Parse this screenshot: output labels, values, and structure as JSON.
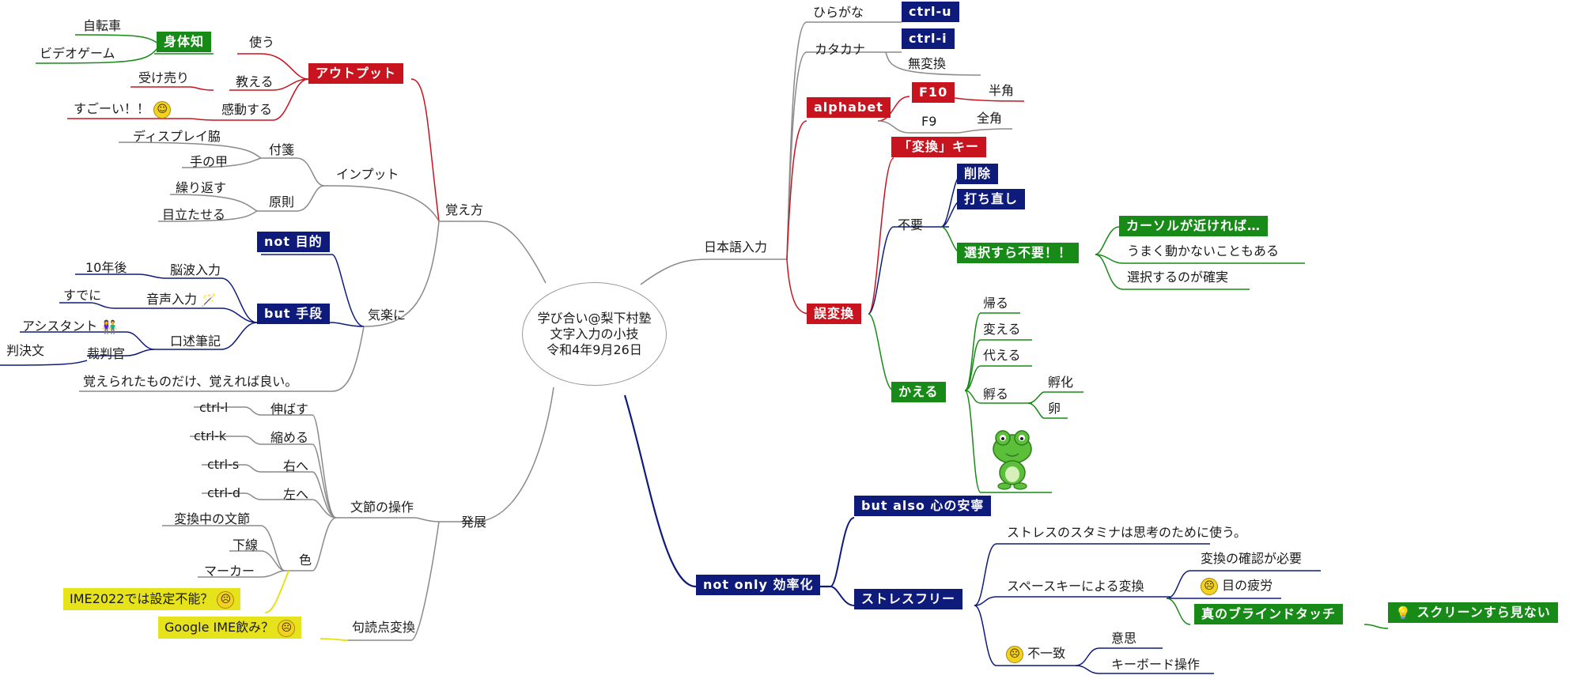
{
  "center": {
    "line1": "学び合い@梨下村塾",
    "line2": "文字入力の小技",
    "line3": "令和4年9月26日"
  },
  "colors": {
    "navy": "#0f1b7a",
    "red": "#c8141e",
    "green": "#188a18",
    "yellow": "#e6e21c",
    "gray": "#8a8a8a"
  },
  "left": {
    "oboekata": "覚え方",
    "output": "アウトプット",
    "tsukau": "使う",
    "shintaichi": "身体知",
    "jitensha": "自転車",
    "videogame": "ビデオゲーム",
    "oshieru": "教える",
    "ukeuri": "受け売り",
    "kandou": "感動する",
    "sugoi": "すごーい！！",
    "input": "インプット",
    "fusen": "付箋",
    "display": "ディスプレイ脇",
    "tenoko": "手の甲",
    "gensoku": "原則",
    "kurikaesu": "繰り返す",
    "medataseru": "目立たせる",
    "kiraku": "気楽に",
    "notmokuteki": "not 目的",
    "butshudan": "but 手段",
    "nouha": "脳波入力",
    "junen": "10年後",
    "onsei": "音声入力",
    "sudeni": "すでに",
    "koujutsu": "口述筆記",
    "assistant": "アシスタント",
    "saibankan": "裁判官",
    "hanketsu": "判決文",
    "oboerareta": "覚えられたものだけ、覚えれば良い。",
    "hatten": "発展",
    "bunsetsu": "文節の操作",
    "ctrl_l": "ctrl-l",
    "nobasu": "伸ばす",
    "ctrl_k": "ctrl-k",
    "chijimeru": "縮める",
    "ctrl_s": "ctrl-s",
    "migi": "右へ",
    "ctrl_d": "ctrl-d",
    "hidari": "左へ",
    "iro": "色",
    "henkanchu": "変換中の文節",
    "kasen": "下線",
    "marker": "マーカー",
    "ime2022": "IME2022では設定不能？",
    "kutouten": "句読点変換",
    "googleime": "Google IME飲み？"
  },
  "right": {
    "nihongo": "日本語入力",
    "hiragana": "ひらがな",
    "ctrl_u": "ctrl-u",
    "katakana": "カタカナ",
    "ctrl_i": "ctrl-i",
    "muhenkan": "無変換",
    "alphabet": "alphabet",
    "f10": "F10",
    "hankaku": "半角",
    "f9": "F9",
    "zenkaku": "全角",
    "henkankey": "「変換」キー",
    "gohenkan": "誤変換",
    "fuyou": "不要",
    "sakujo": "削除",
    "uchinaoshi": "打ち直し",
    "sentakusura": "選択すら不要！！",
    "cursor": "カーソルが近ければ…",
    "umaku": "うまく動かないこともある",
    "sentakusuru": "選択するのが確実",
    "kaeru": "かえる",
    "kaeru1": "帰る",
    "kaeru2": "変える",
    "kaeru3": "代える",
    "kaeru4": "孵る",
    "fuka": "孵化",
    "tamago": "卵",
    "notonly": "not only 効率化",
    "butalso": "but also 心の安寧",
    "stressfree": "ストレスフリー",
    "stamina": "ストレスのスタミナは思考のために使う。",
    "spacekey": "スペースキーによる変換",
    "kakunin": "変換の確認が必要",
    "hirou": "目の疲労",
    "blindtouch": "真のブラインドタッチ",
    "screen": "スクリーンすら見ない",
    "fuicchi": "不一致",
    "ishi": "意思",
    "keyboard": "キーボード操作"
  }
}
